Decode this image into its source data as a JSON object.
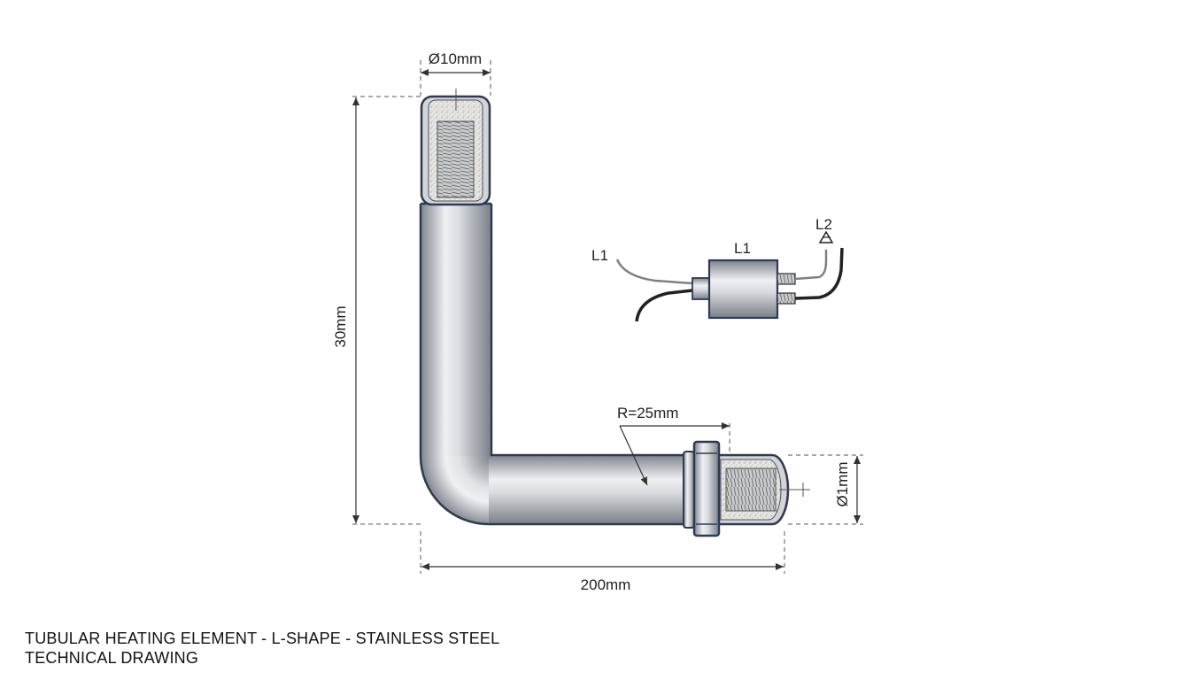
{
  "dimensions": {
    "top_diameter": "Ø10mm",
    "height": "30mm",
    "length": "200mm",
    "bend_radius": "R=25mm",
    "end_diameter": "Ø1mm"
  },
  "wiring": {
    "left_label": "L1",
    "box_label": "L1",
    "right_label": "L2"
  },
  "caption": {
    "line1": "TUBULAR HEATING ELEMENT - L-SHAPE - STAINLESS STEEL",
    "line2": "TECHNICAL DRAWING"
  },
  "colors": {
    "outline": "#2e3a52",
    "steel_light": "#eef0f3",
    "steel_dark": "#8e939b",
    "dimension": "#333333"
  }
}
